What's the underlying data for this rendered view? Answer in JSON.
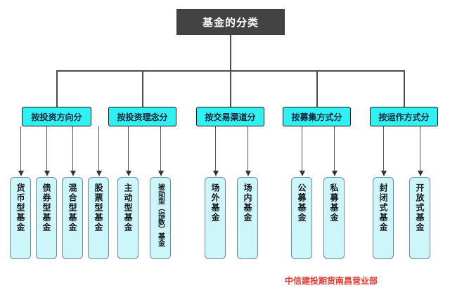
{
  "diagram": {
    "title": "基金的分类",
    "colors": {
      "root_fill": "#434343",
      "root_text": "#ffffff",
      "category_fill": "#2ff1f1",
      "category_text": "#14213a",
      "leaf_fill": "#ccf6fa",
      "leaf_border": "#6b8b93",
      "leaf_text": "#16181c",
      "connector": "#555555",
      "footer_text": "#e8342a"
    },
    "categories": [
      {
        "label": "按投资方向分",
        "children": [
          "货币型基金",
          "债券型基金",
          "混合型基金",
          "股票型基金"
        ]
      },
      {
        "label": "按投资理念分",
        "children": [
          "主动型基金",
          "被动型（指数）基金"
        ]
      },
      {
        "label": "按交易渠道分",
        "children": [
          "场外基金",
          "场内基金"
        ]
      },
      {
        "label": "按募集方式分",
        "children": [
          "公募基金",
          "私募基金"
        ]
      },
      {
        "label": "按运作方式分",
        "children": [
          "封闭式基金",
          "开放式基金"
        ]
      }
    ],
    "footer": "中信建投期货南昌营业部"
  }
}
